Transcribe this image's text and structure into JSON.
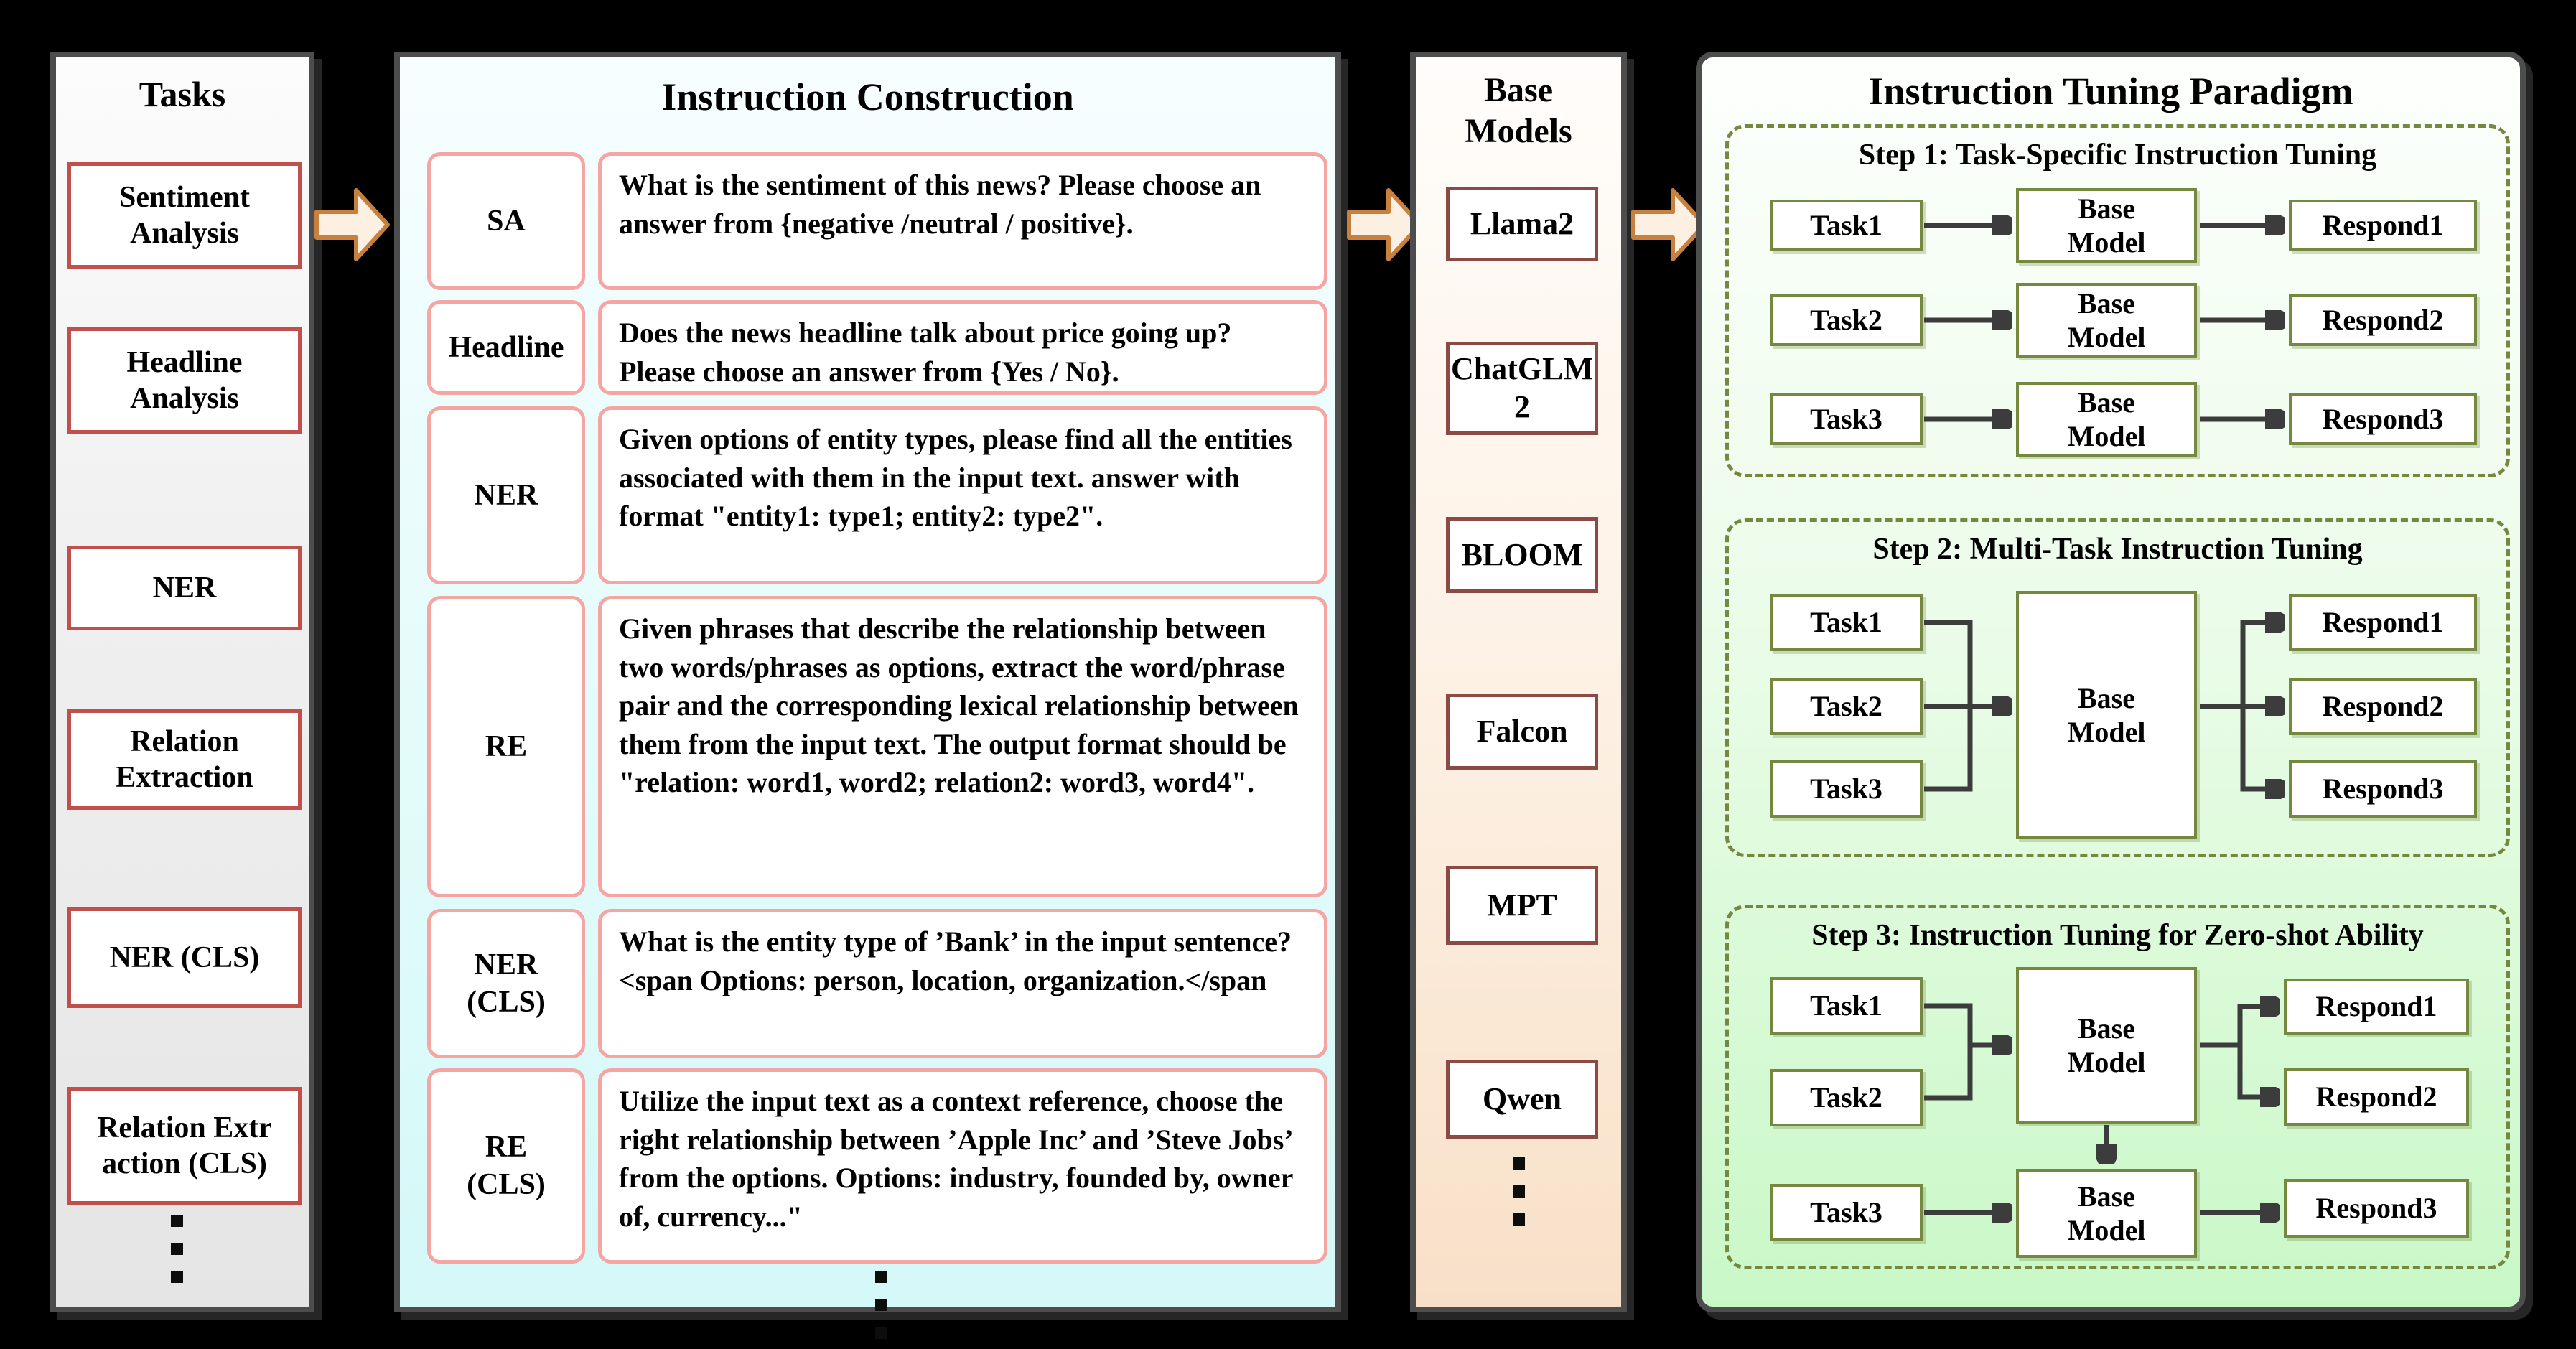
{
  "colors": {
    "background": "#000000",
    "panel_border": "#4d4d4d",
    "tasks_box_border": "#c0504d",
    "instruction_box_border": "#f5a5a2",
    "model_box_border": "#8c4a44",
    "paradigm_green": "#75883f",
    "connector": "#3c3c3c",
    "block_arrow_fill": "#fcf0e3",
    "block_arrow_stroke": "#c8803e"
  },
  "tasks_panel": {
    "title": "Tasks",
    "items": [
      "Sentiment Analysis",
      "Headline Analysis",
      "NER",
      "Relation Extraction",
      "NER (CLS)",
      "Relation Extr\naction (CLS)"
    ]
  },
  "instruction_panel": {
    "title": "Instruction Construction",
    "rows": [
      {
        "label": "SA",
        "text": "What is the sentiment of this news? Please choose an answer from {negative /neutral / positive}."
      },
      {
        "label": "Headline",
        "text": "Does the news headline talk about price going up? Please choose an answer from {Yes / No}."
      },
      {
        "label": "NER",
        "text": "Given options of entity types, please find all the entities associated with them in the input text. answer with format \"entity1: type1; entity2: type2\"."
      },
      {
        "label": "RE",
        "text": "Given phrases that describe the relationship between two words/phrases as options, extract the word/phrase pair and the corresponding lexical relationship between them from the input text. The output format should be \"relation: word1, word2; relation2: word3, word4\"."
      },
      {
        "label": "NER\n(CLS)",
        "text": "What is the entity type of ’Bank’ in the input sentence?<span Options: person, location, organization.</span"
      },
      {
        "label": "RE\n(CLS)",
        "text": "Utilize the input text as a context reference, choose the right relationship between ’Apple Inc’ and ’Steve Jobs’ from the options. Options: industry, founded by, owner of, currency...\""
      }
    ]
  },
  "base_models_panel": {
    "title": "Base\nModels",
    "models": [
      "Llama2",
      "ChatGLM\n2",
      "BLOOM",
      "Falcon",
      "MPT",
      "Qwen"
    ]
  },
  "paradigm_panel": {
    "title": "Instruction Tuning Paradigm",
    "steps": [
      {
        "title": "Step 1: Task-Specific Instruction Tuning",
        "tasks": [
          "Task1",
          "Task2",
          "Task3"
        ],
        "base_models": [
          "Base\nModel",
          "Base\nModel",
          "Base\nModel"
        ],
        "responds": [
          "Respond1",
          "Respond2",
          "Respond3"
        ]
      },
      {
        "title": "Step 2: Multi-Task Instruction Tuning",
        "tasks": [
          "Task1",
          "Task2",
          "Task3"
        ],
        "base_models": [
          "Base\nModel"
        ],
        "responds": [
          "Respond1",
          "Respond2",
          "Respond3"
        ]
      },
      {
        "title": "Step 3: Instruction Tuning for Zero-shot Ability",
        "tasks": [
          "Task1",
          "Task2",
          "Task3"
        ],
        "base_models": [
          "Base\nModel",
          "Base\nModel"
        ],
        "responds": [
          "Respond1",
          "Respond2",
          "Respond3"
        ]
      }
    ]
  }
}
